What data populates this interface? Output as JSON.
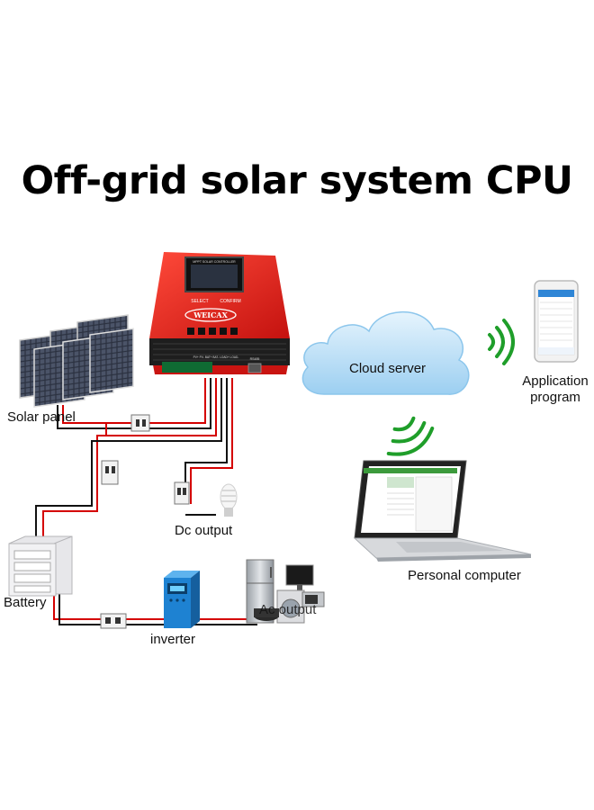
{
  "title": "Off-grid solar system CPU",
  "controller": {
    "brand": "WEICAX",
    "button_left": "SELECT",
    "button_right": "CONFIRM",
    "screen_header": "MPPT SOLAR CONTROLLER",
    "terminal_labels": "PV+  PV-  BAT+  BAT-  LOAD+  LOAD-",
    "port_label": "RS485"
  },
  "labels": {
    "solar_panel": "Solar panel",
    "battery": "Battery",
    "inverter": "inverter",
    "dc_output": "Dc output",
    "ac_output": "Ac output",
    "cloud_server": "Cloud server",
    "application_program": [
      "Application",
      "program"
    ],
    "personal_computer": "Personal computer"
  },
  "colors": {
    "controller_red": "#e8201e",
    "heatsink": "#1e1e1e",
    "wire_red": "#d40000",
    "wire_black": "#111111",
    "wifi_green": "#1f9e2a",
    "cloud_blue": "#bfe1f7",
    "inverter_blue": "#1e82d2"
  }
}
